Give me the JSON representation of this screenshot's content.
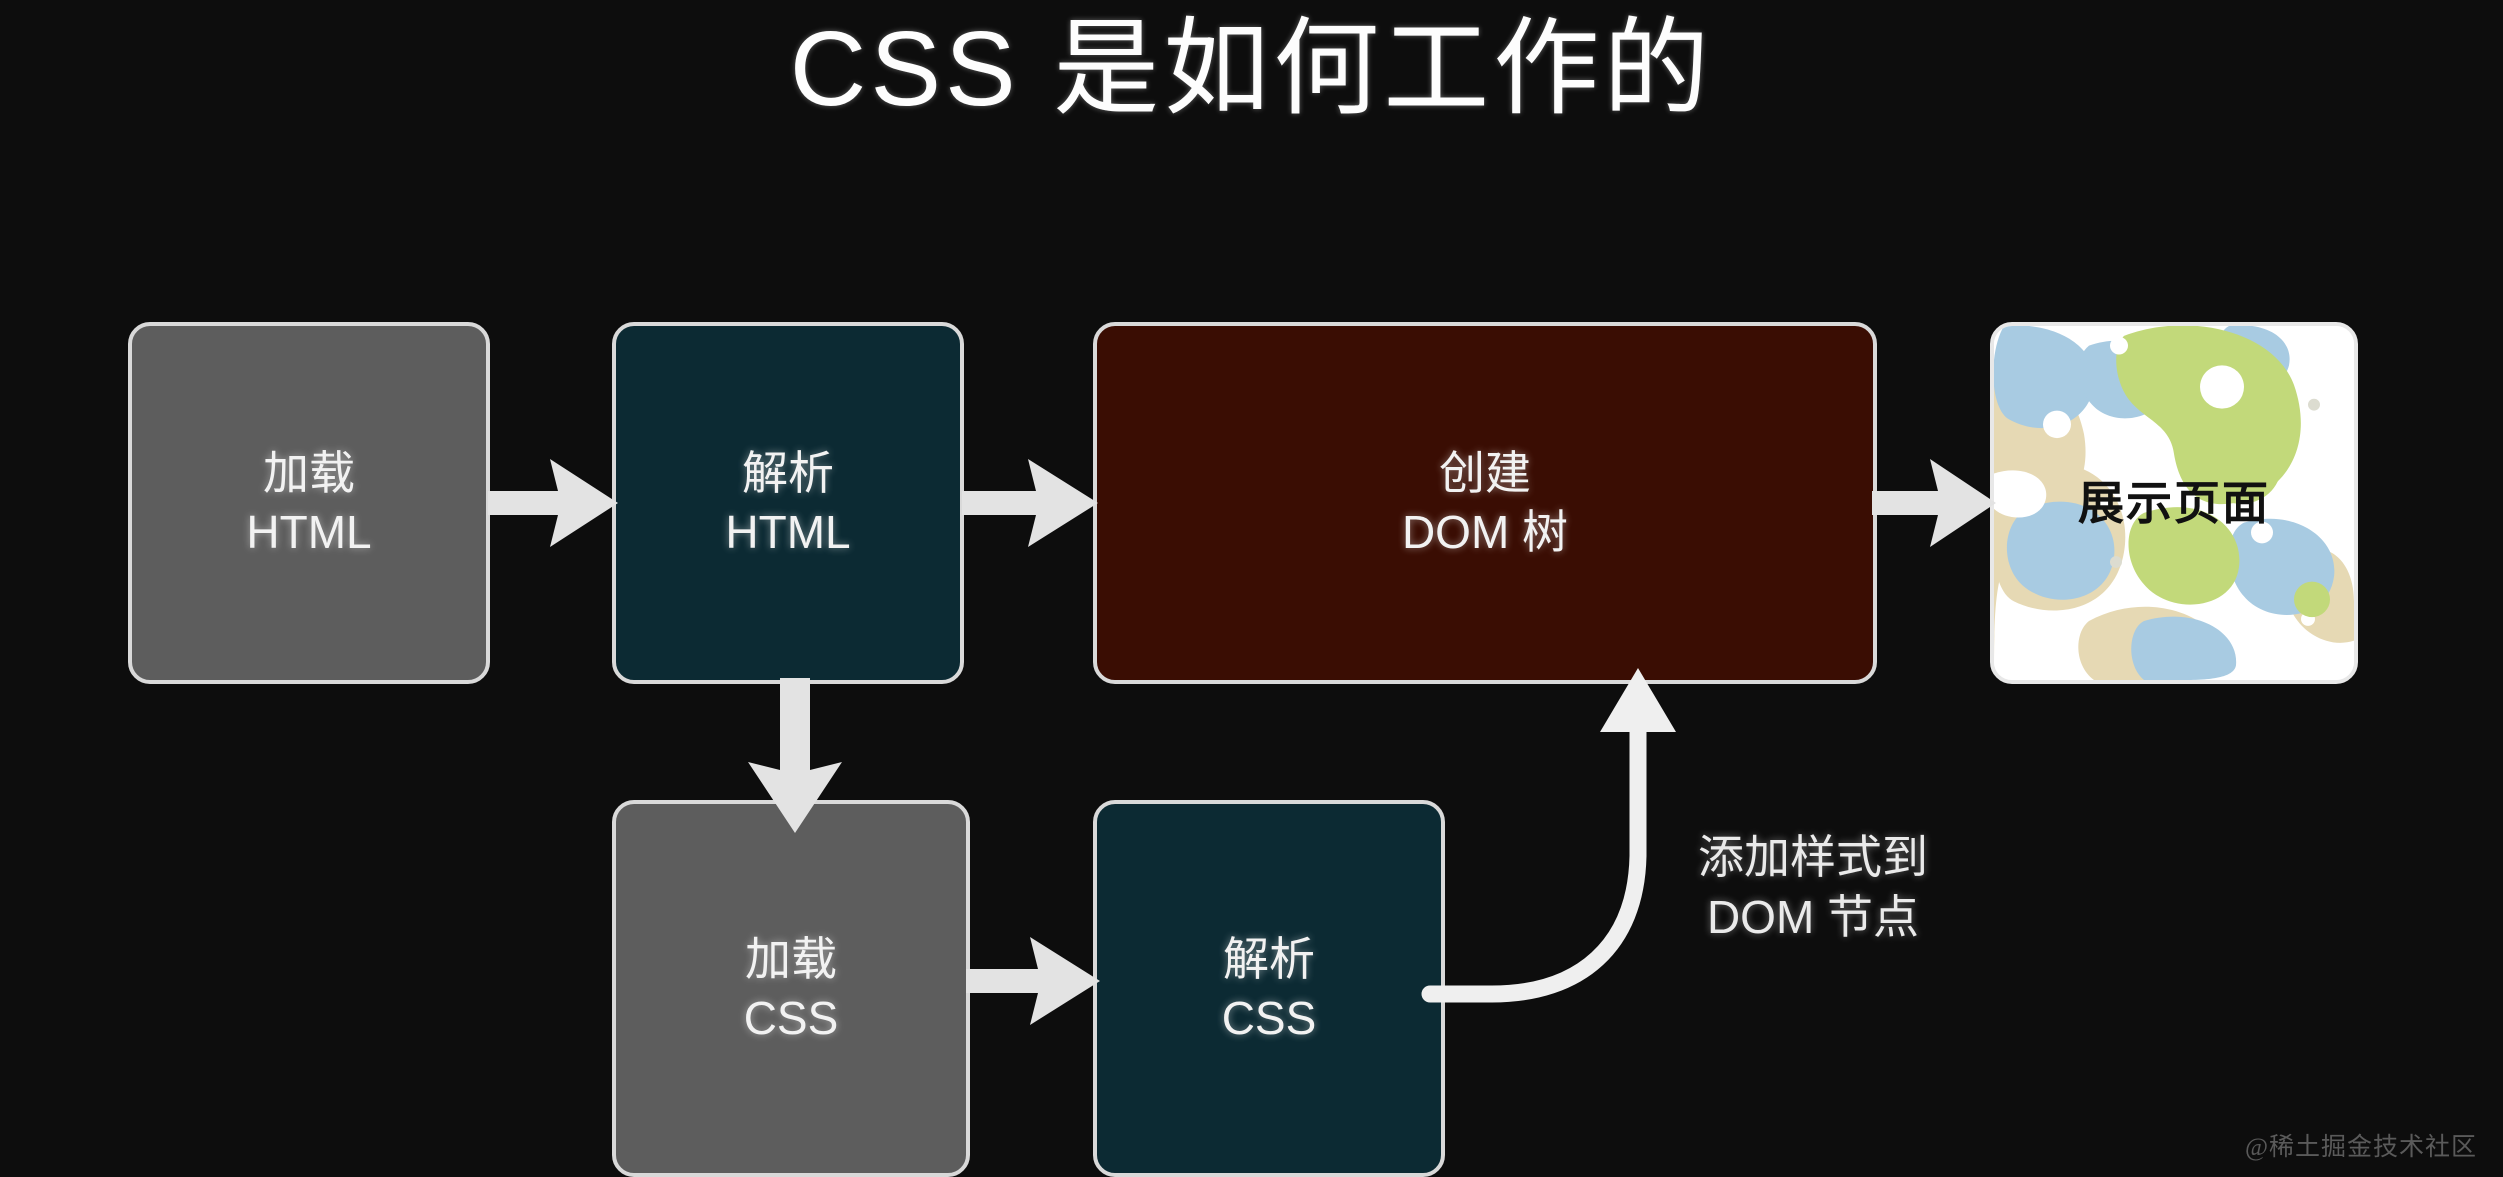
{
  "page": {
    "title": "CSS 是如何工作的",
    "background_color": "#0d0d0d",
    "watermark": "@稀土掘金技术社区"
  },
  "colors": {
    "gray_box": "#5d5d5d",
    "teal_box": "#0c2a33",
    "maroon_box": "#3a0d03",
    "box_border": "#d9d9d9",
    "arrow": "#e3e3e3",
    "text": "#f2f2f2",
    "blob_green": "#c2d97a",
    "blob_blue": "#a8cbe2",
    "blob_tan": "#e6d9b4",
    "blob_white": "#ffffff"
  },
  "flow": {
    "nodes": [
      {
        "id": "load-html",
        "line1": "加载",
        "line2": "HTML",
        "style": "gray"
      },
      {
        "id": "parse-html",
        "line1": "解析",
        "line2": "HTML",
        "style": "teal"
      },
      {
        "id": "create-dom",
        "line1": "创建",
        "line2": "DOM 树",
        "style": "maroon"
      },
      {
        "id": "render-page",
        "line1": "展示页面",
        "line2": "",
        "style": "image"
      },
      {
        "id": "load-css",
        "line1": "加载",
        "line2": "CSS",
        "style": "gray"
      },
      {
        "id": "parse-css",
        "line1": "解析",
        "line2": "CSS",
        "style": "teal"
      }
    ],
    "edges": [
      {
        "id": "edge-1",
        "from": "load-html",
        "to": "parse-html",
        "kind": "arrow-right",
        "label": ""
      },
      {
        "id": "edge-2",
        "from": "parse-html",
        "to": "create-dom",
        "kind": "arrow-right",
        "label": ""
      },
      {
        "id": "edge-3",
        "from": "create-dom",
        "to": "render-page",
        "kind": "arrow-right",
        "label": ""
      },
      {
        "id": "edge-4",
        "from": "parse-html",
        "to": "load-css",
        "kind": "arrow-down",
        "label": ""
      },
      {
        "id": "edge-5",
        "from": "load-css",
        "to": "parse-css",
        "kind": "arrow-right",
        "label": ""
      },
      {
        "id": "edge-6",
        "from": "parse-css",
        "to": "create-dom",
        "kind": "arrow-curve",
        "label": "添加样式到 DOM 节点"
      }
    ],
    "curve_label": {
      "line1": "添加样式到",
      "line2": "DOM 节点"
    }
  }
}
